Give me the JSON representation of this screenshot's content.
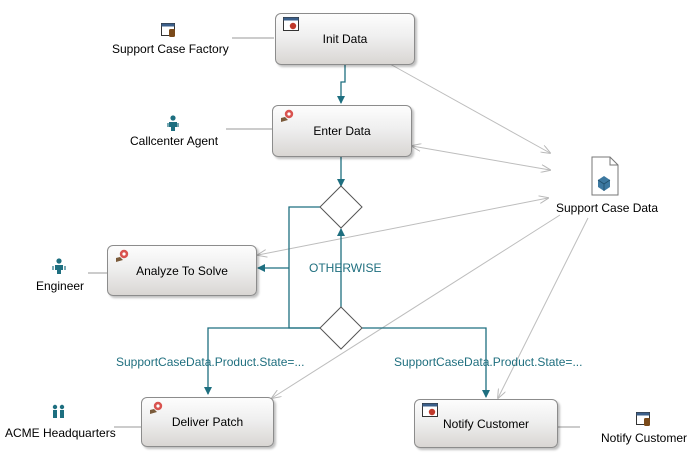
{
  "tasks": {
    "init_data": "Init Data",
    "enter_data": "Enter Data",
    "analyze": "Analyze To Solve",
    "deliver": "Deliver Patch",
    "notify": "Notify Customer"
  },
  "participants": {
    "factory": "Support Case Factory",
    "agent": "Callcenter Agent",
    "engineer": "Engineer",
    "acme": "ACME Headquarters",
    "notify_app": "Notify Customer"
  },
  "data_object": "Support Case Data",
  "conditions": {
    "otherwise": "OTHERWISE",
    "left": "SupportCaseData.Product.State=...",
    "right": "SupportCaseData.Product.State=..."
  },
  "colors": {
    "flow": "#1e6f80",
    "association": "#bdbdbd",
    "task_border": "#8c8c8c"
  },
  "icons": {
    "application": "application-icon",
    "user_task": "user-task-icon",
    "person": "person-icon",
    "group": "group-icon",
    "data": "data-document-icon"
  }
}
